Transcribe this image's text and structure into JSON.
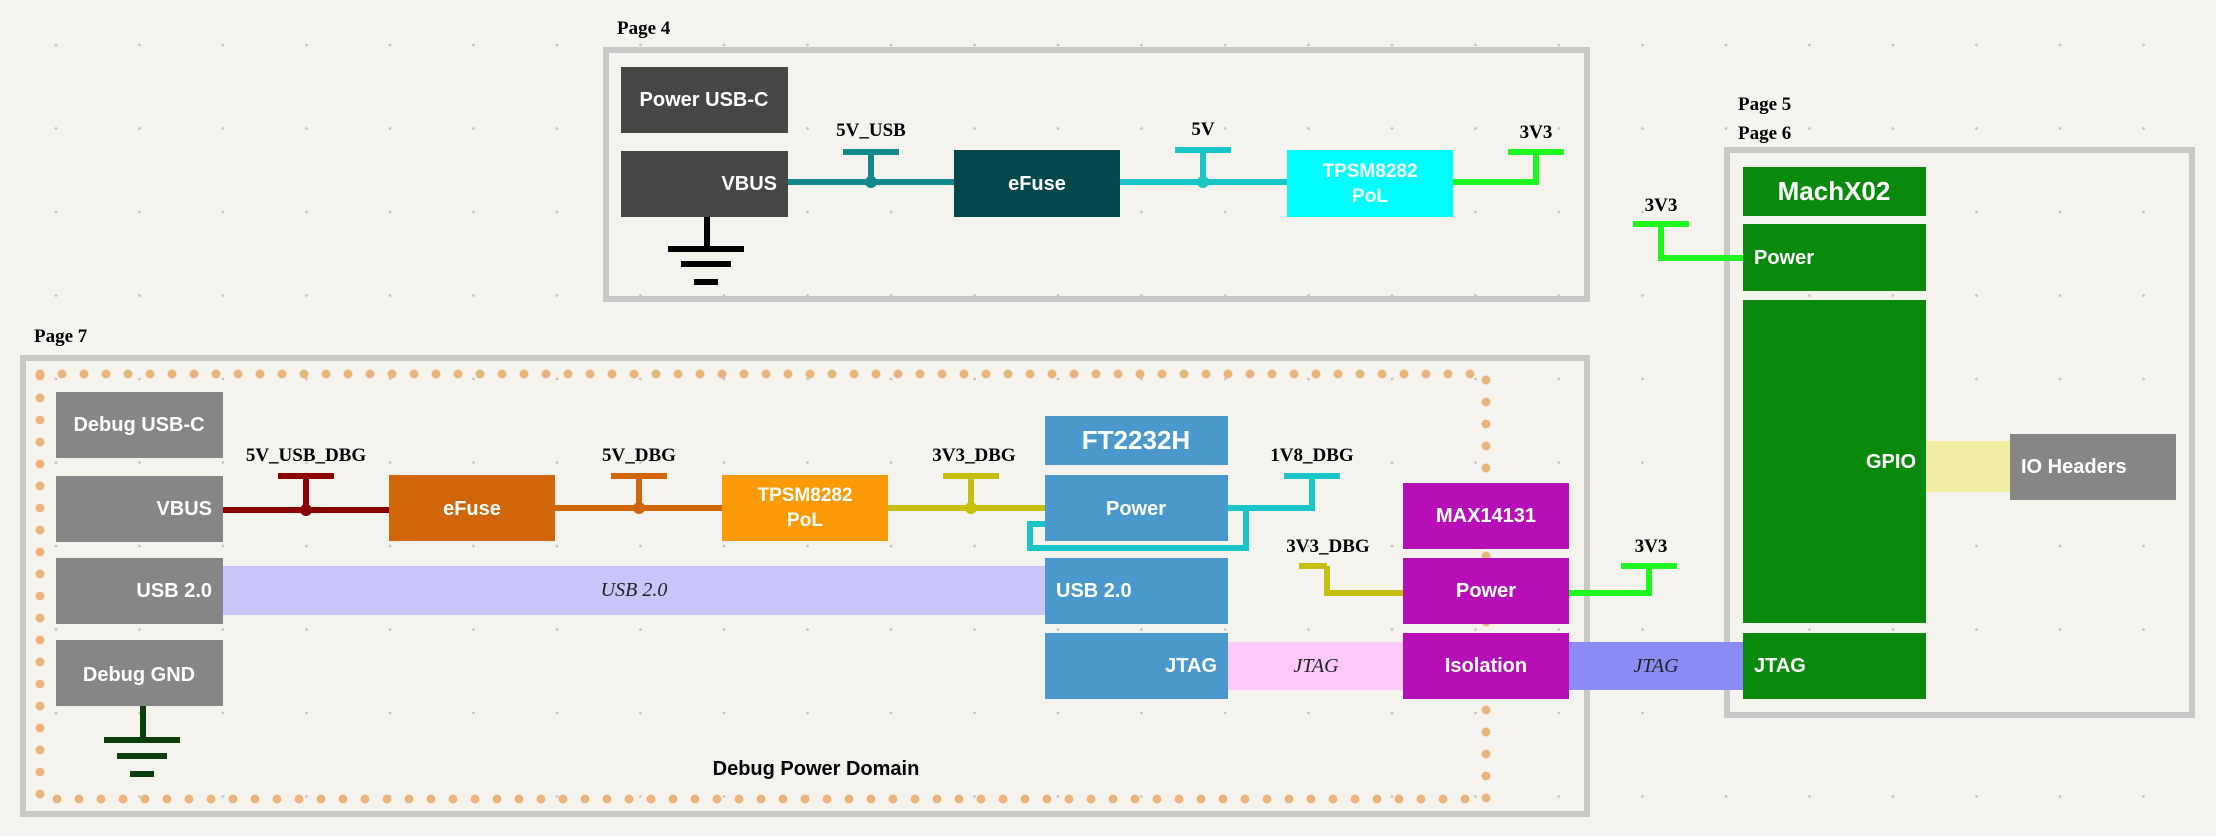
{
  "pages": {
    "page4": "Page 4",
    "page5": "Page 5",
    "page6": "Page 6",
    "page7": "Page 7"
  },
  "power_block": {
    "usb_c": "Power USB-C",
    "vbus": "VBUS",
    "efuse": "eFuse",
    "pol_line1": "TPSM8282",
    "pol_line2": "PoL",
    "net_5v_usb": "5V_USB",
    "net_5v": "5V",
    "net_3v3": "3V3"
  },
  "fpga_block": {
    "title": "MachX02",
    "power": "Power",
    "gpio": "GPIO",
    "jtag": "JTAG",
    "net_3v3": "3V3",
    "io_headers": "IO Headers"
  },
  "debug_block": {
    "usb_c": "Debug USB-C",
    "vbus": "VBUS",
    "usb20": "USB 2.0",
    "gnd": "Debug GND",
    "efuse": "eFuse",
    "pol_line1": "TPSM8282",
    "pol_line2": "PoL",
    "net_5v_usb_dbg": "5V_USB_DBG",
    "net_5v_dbg": "5V_DBG",
    "net_3v3_dbg": "3V3_DBG",
    "net_1v8_dbg": "1V8_DBG",
    "net_3v3_dbg_2": "3V3_DBG",
    "net_3v3": "3V3",
    "ft_title": "FT2232H",
    "ft_power": "Power",
    "ft_usb": "USB 2.0",
    "ft_jtag": "JTAG",
    "max_title": "MAX14131",
    "max_power": "Power",
    "max_isolation": "Isolation",
    "bus_usb": "USB 2.0",
    "bus_jtag_1": "JTAG",
    "bus_jtag_2": "JTAG",
    "domain_label": "Debug Power Domain"
  },
  "colors": {
    "frame": "#c8c8c8",
    "dark_gray": "#464646",
    "gray": "#868686",
    "dark_teal": "#04474b",
    "teal": "#12888c",
    "cyan": "#19c5c7",
    "bright_cyan": "#00ffff",
    "green_block": "#0a8a0c",
    "bright_green": "#1ff51f",
    "dark_red": "#8b0000",
    "orange_dark": "#d0650a",
    "orange": "#fb9a07",
    "olive": "#c5c00f",
    "steel_blue": "#4b99cc",
    "magenta": "#b70fb8",
    "lavender": "#c8c5fb",
    "pink": "#fcc9f9",
    "periwinkle": "#8c8bf5",
    "pale_yellow": "#f1eea4",
    "dots": "#e9b57c",
    "dark_green_gnd": "#0b3f0b"
  }
}
